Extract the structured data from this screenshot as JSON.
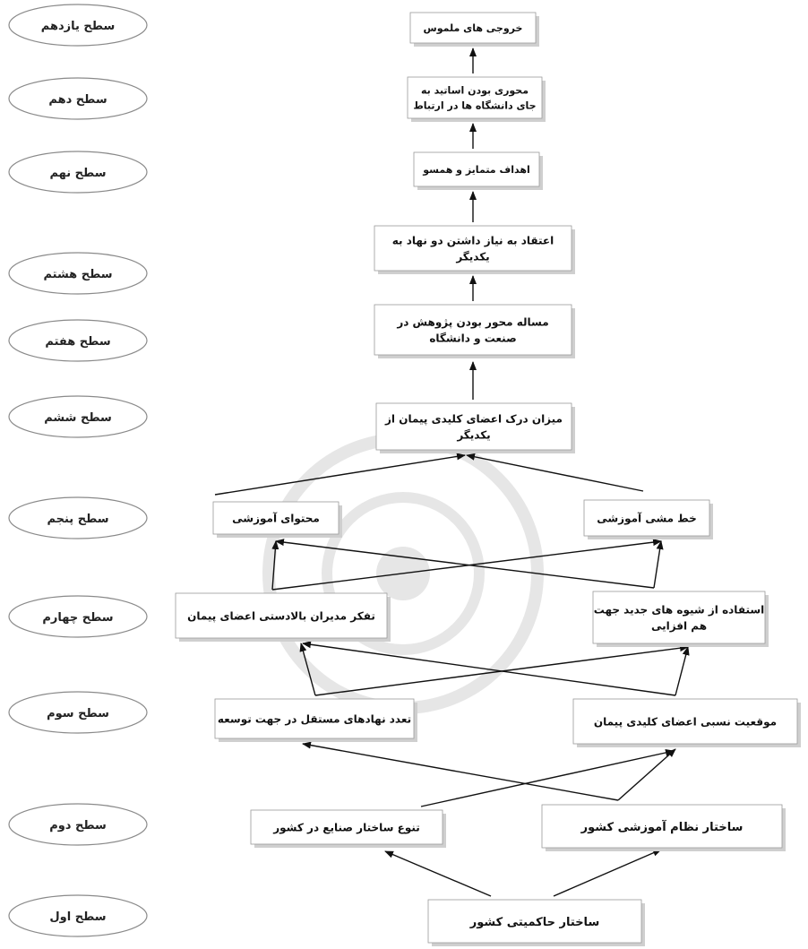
{
  "levels": [
    {
      "id": "L11",
      "label": "سطح یازدهم"
    },
    {
      "id": "L10",
      "label": "سطح دهم"
    },
    {
      "id": "L9",
      "label": "سطح نهم"
    },
    {
      "id": "L8",
      "label": "سطح هشتم"
    },
    {
      "id": "L7",
      "label": "سطح هفتم"
    },
    {
      "id": "L6",
      "label": "سطح ششم"
    },
    {
      "id": "L5",
      "label": "سطح پنجم"
    },
    {
      "id": "L4",
      "label": "سطح چهارم"
    },
    {
      "id": "L3",
      "label": "سطح سوم"
    },
    {
      "id": "L2",
      "label": "سطح دوم"
    },
    {
      "id": "L1",
      "label": "سطح اول"
    }
  ],
  "nodes": [
    {
      "id": "n11",
      "lines": [
        "خروجی های ملموس"
      ]
    },
    {
      "id": "n10",
      "lines": [
        "محوری بودن اساتید به",
        "جای دانشگاه ها در ارتباط"
      ]
    },
    {
      "id": "n9",
      "lines": [
        "اهداف متمایز و همسو"
      ]
    },
    {
      "id": "n8",
      "lines": [
        "اعتقاد به نیاز داشتن دو نهاد به",
        "یکدیگر"
      ]
    },
    {
      "id": "n7",
      "lines": [
        "مساله محور بودن پژوهش در",
        "صنعت و دانشگاه"
      ]
    },
    {
      "id": "n6",
      "lines": [
        "میزان درک اعضای کلیدی پیمان از",
        "یکدیگر"
      ]
    },
    {
      "id": "n5a",
      "lines": [
        "محتوای آموزشی"
      ]
    },
    {
      "id": "n5b",
      "lines": [
        "خط مشی آموزشی"
      ]
    },
    {
      "id": "n4a",
      "lines": [
        "تفکر مدیران بالادستی اعضای پیمان"
      ]
    },
    {
      "id": "n4b",
      "lines": [
        "استفاده از شیوه های جدید جهت",
        "هم افزایی"
      ]
    },
    {
      "id": "n3a",
      "lines": [
        "تعدد نهادهای مستقل در جهت توسعه"
      ]
    },
    {
      "id": "n3b",
      "lines": [
        "موقعیت نسبی اعضای کلیدی پیمان"
      ]
    },
    {
      "id": "n2a",
      "lines": [
        "تنوع ساختار صنایع در کشور"
      ]
    },
    {
      "id": "n2b",
      "lines": [
        "ساختار نظام آموزشی کشور"
      ]
    },
    {
      "id": "n1",
      "lines": [
        "ساختار حاکمیتی کشور"
      ]
    }
  ],
  "edges": [
    [
      "n1",
      "n2a"
    ],
    [
      "n1",
      "n2b"
    ],
    [
      "n2a",
      "n3b"
    ],
    [
      "n2b",
      "n3a"
    ],
    [
      "n2b",
      "n3b"
    ],
    [
      "n3a",
      "n4a"
    ],
    [
      "n3a",
      "n4b"
    ],
    [
      "n3b",
      "n4a"
    ],
    [
      "n3b",
      "n4b"
    ],
    [
      "n4a",
      "n5a"
    ],
    [
      "n4a",
      "n5b"
    ],
    [
      "n4b",
      "n5a"
    ],
    [
      "n4b",
      "n5b"
    ],
    [
      "n5a",
      "n6"
    ],
    [
      "n5b",
      "n6"
    ],
    [
      "n6",
      "n7"
    ],
    [
      "n7",
      "n8"
    ],
    [
      "n8",
      "n9"
    ],
    [
      "n9",
      "n10"
    ],
    [
      "n10",
      "n11"
    ]
  ],
  "colors": {
    "box_fill": "#ffffff",
    "box_shadow": "#cfcfcf",
    "stroke": "#111111",
    "ellipse": "#8a8a8a"
  }
}
